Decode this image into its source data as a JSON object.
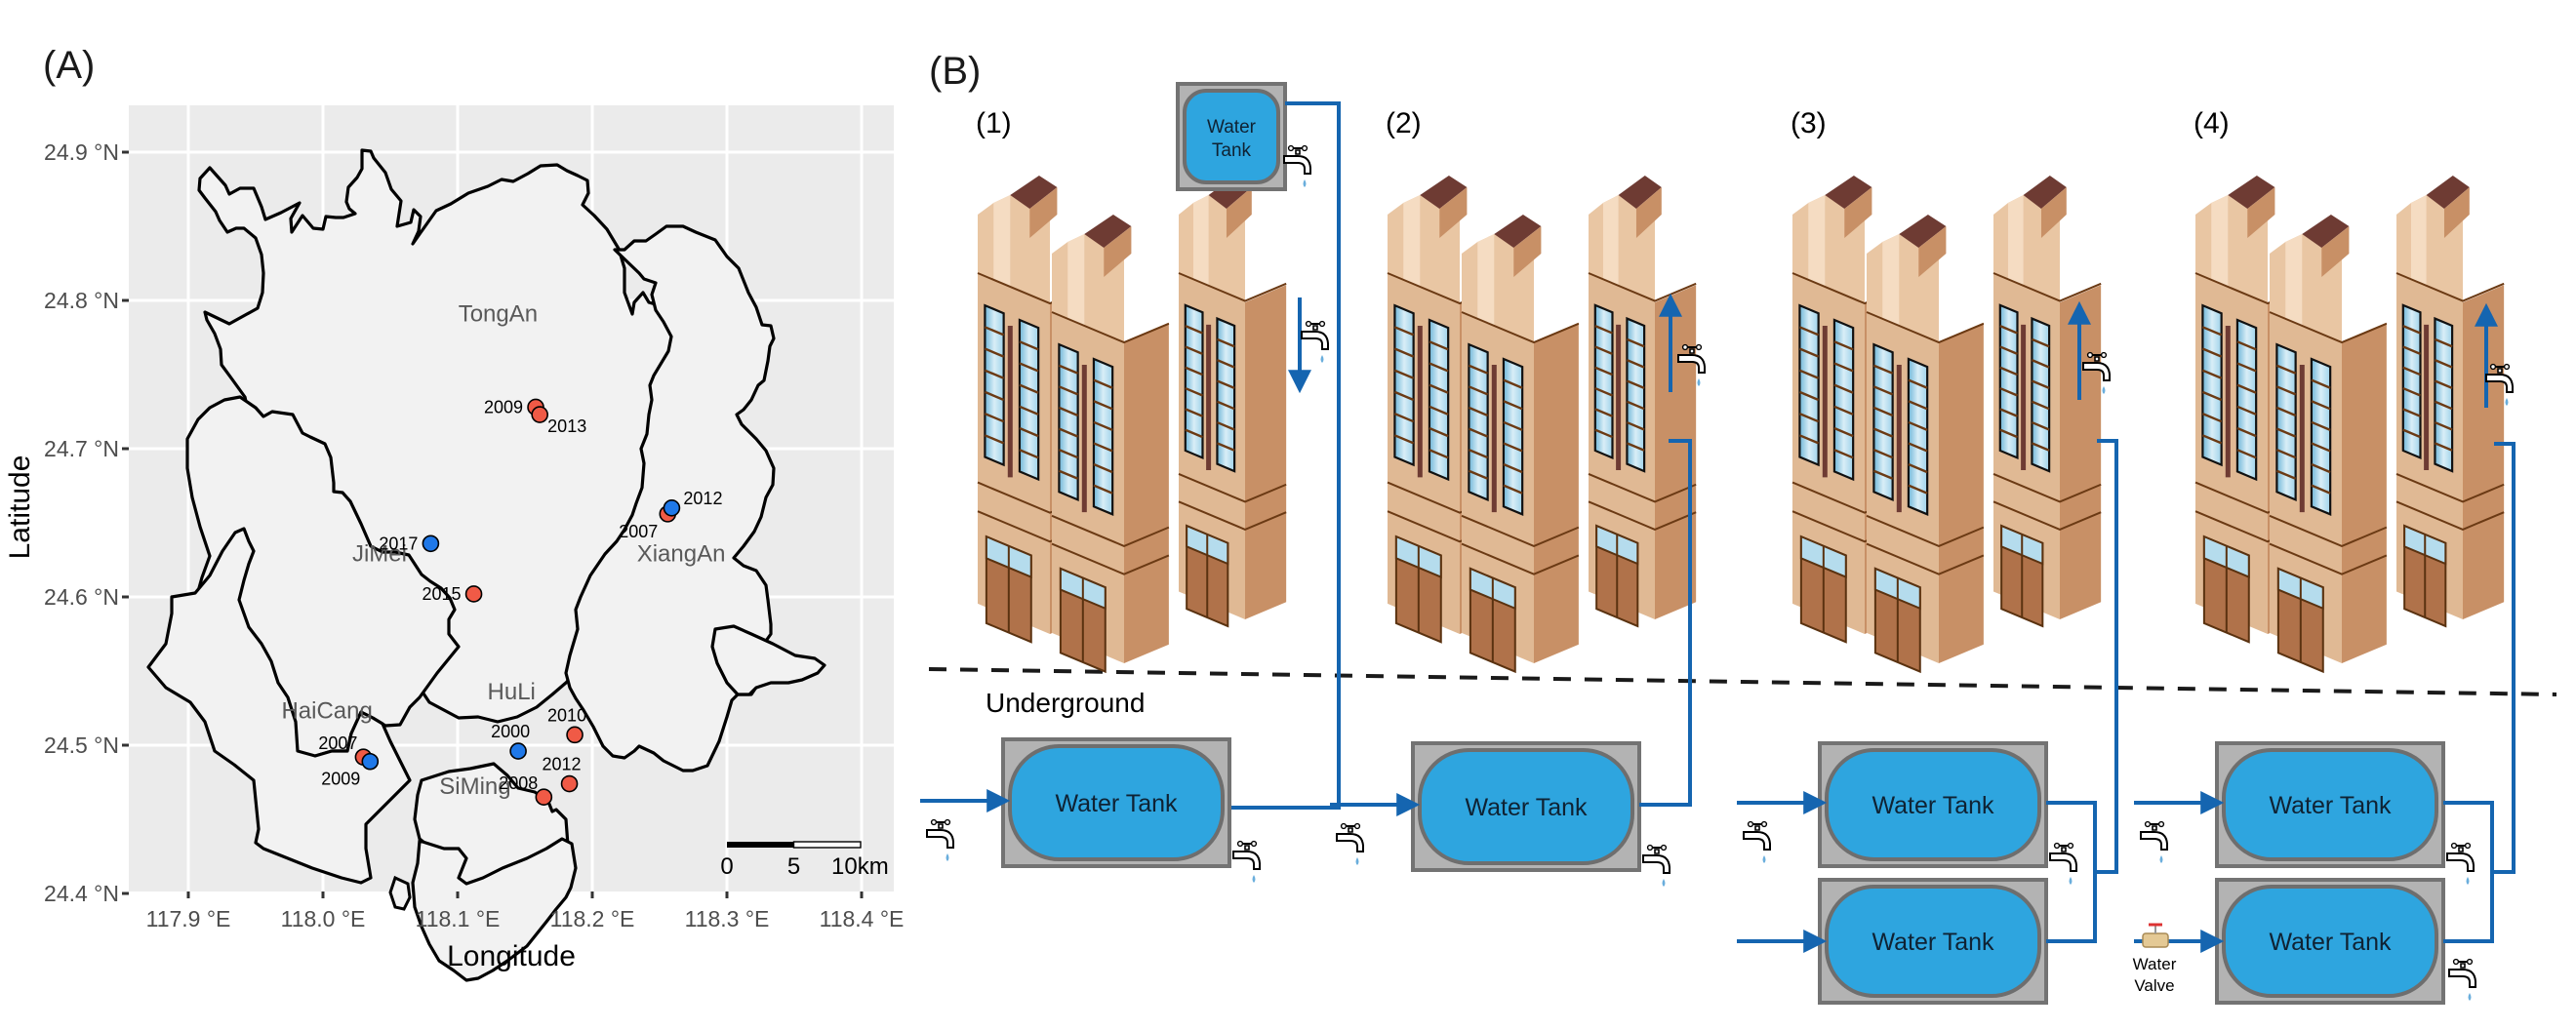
{
  "panel_a": {
    "label": "(A)",
    "xlabel": "Longitude",
    "ylabel": "Latitude",
    "x_ticks": [
      {
        "value": 117.9,
        "label": "117.9 °E"
      },
      {
        "value": 118.0,
        "label": "118.0 °E"
      },
      {
        "value": 118.1,
        "label": "118.1 °E"
      },
      {
        "value": 118.2,
        "label": "118.2 °E"
      },
      {
        "value": 118.3,
        "label": "118.3 °E"
      },
      {
        "value": 118.4,
        "label": "118.4 °E"
      }
    ],
    "y_ticks": [
      {
        "value": 24.4,
        "label": "24.4 °N"
      },
      {
        "value": 24.5,
        "label": "24.5 °N"
      },
      {
        "value": 24.6,
        "label": "24.6 °N"
      },
      {
        "value": 24.7,
        "label": "24.7 °N"
      },
      {
        "value": 24.8,
        "label": "24.8 °N"
      },
      {
        "value": 24.9,
        "label": "24.9 °N"
      }
    ],
    "xlim": [
      117.86,
      118.43
    ],
    "ylim": [
      24.395,
      24.93
    ],
    "colors": {
      "panel": "#ebebeb",
      "grid": "#ffffff",
      "land": "#f2f2f2",
      "border": "#000000",
      "red": "#f05a46",
      "blue": "#1f78e8",
      "district_text": "#595959",
      "axis_text": "#4d4d4d"
    },
    "districts": [
      {
        "name": "TongAn",
        "lon": 118.13,
        "lat": 24.786
      },
      {
        "name": "JiMei",
        "lon": 118.042,
        "lat": 24.624
      },
      {
        "name": "XiangAn",
        "lon": 118.266,
        "lat": 24.624
      },
      {
        "name": "HaiCang",
        "lon": 118.003,
        "lat": 24.518
      },
      {
        "name": "HuLi",
        "lon": 118.14,
        "lat": 24.531
      },
      {
        "name": "SiMing",
        "lon": 118.113,
        "lat": 24.467
      }
    ],
    "points": [
      {
        "year": "2009",
        "lon": 118.158,
        "lat": 24.728,
        "color": "red",
        "label_pos": "left"
      },
      {
        "year": "2013",
        "lon": 118.161,
        "lat": 24.723,
        "color": "red",
        "label_pos": "right-below"
      },
      {
        "year": "2007",
        "lon": 118.256,
        "lat": 24.656,
        "color": "red",
        "label_pos": "left-below"
      },
      {
        "year": "2012",
        "lon": 118.259,
        "lat": 24.66,
        "color": "blue",
        "label_pos": "right-above"
      },
      {
        "year": "2017",
        "lon": 118.08,
        "lat": 24.636,
        "color": "blue",
        "label_pos": "left"
      },
      {
        "year": "2015",
        "lon": 118.112,
        "lat": 24.602,
        "color": "red",
        "label_pos": "left"
      },
      {
        "year": "2007",
        "lon": 118.03,
        "lat": 24.492,
        "color": "red",
        "label_pos": "left-above"
      },
      {
        "year": "2009",
        "lon": 118.035,
        "lat": 24.489,
        "color": "blue",
        "label_pos": "left-below"
      },
      {
        "year": "2000",
        "lon": 118.145,
        "lat": 24.496,
        "color": "blue",
        "label_pos": "above"
      },
      {
        "year": "2010",
        "lon": 118.187,
        "lat": 24.507,
        "color": "red",
        "label_pos": "above"
      },
      {
        "year": "2012",
        "lon": 118.183,
        "lat": 24.474,
        "color": "red",
        "label_pos": "above"
      },
      {
        "year": "2008",
        "lon": 118.164,
        "lat": 24.465,
        "color": "red",
        "label_pos": "left-above"
      }
    ],
    "scale_bar": {
      "labels": [
        "0",
        "5",
        "10km"
      ],
      "km": [
        0,
        5,
        10
      ]
    }
  },
  "panel_b": {
    "label": "(B)",
    "underground_label": "Underground",
    "colors": {
      "pipe": "#1565b0",
      "tank_fill": "#2ea5df",
      "tank_frame": "#b3b3b3",
      "tank_frame_edge": "#737373",
      "tank_inner_edge": "#6e6e6e",
      "drop": "#6aaedc"
    },
    "scenarios": [
      {
        "label": "(1)",
        "rooftop_tank": {
          "label_line1": "Water",
          "label_line2": "Tank"
        },
        "flow_direction": "down",
        "underground_tanks": [
          {
            "label": "Water Tank"
          }
        ],
        "water_valve": null
      },
      {
        "label": "(2)",
        "rooftop_tank": null,
        "flow_direction": "up",
        "underground_tanks": [
          {
            "label": "Water Tank"
          }
        ],
        "water_valve": null
      },
      {
        "label": "(3)",
        "rooftop_tank": null,
        "flow_direction": "up",
        "underground_tanks": [
          {
            "label": "Water Tank"
          },
          {
            "label": "Water Tank"
          }
        ],
        "water_valve": null
      },
      {
        "label": "(4)",
        "rooftop_tank": null,
        "flow_direction": "up",
        "underground_tanks": [
          {
            "label": "Water Tank"
          },
          {
            "label": "Water Tank"
          }
        ],
        "water_valve": {
          "label_line1": "Water",
          "label_line2": "Valve"
        }
      }
    ]
  }
}
